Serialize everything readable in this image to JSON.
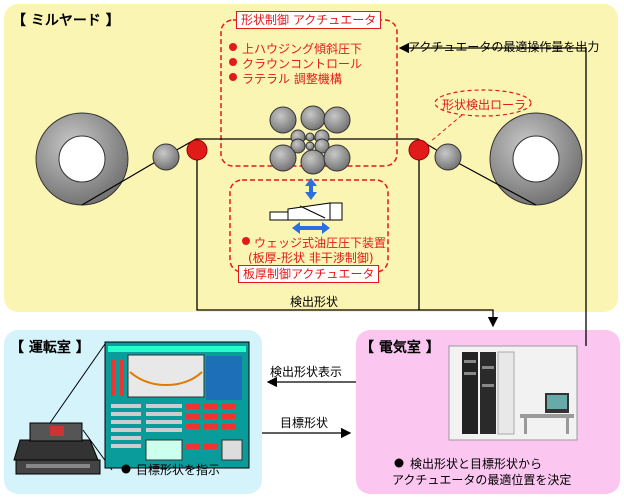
{
  "mill_yard": {
    "title": "【 ミルヤード 】",
    "shape_actuator_title": "形状制御 アクチュエータ",
    "shape_actuator_items": [
      "上ハウジング傾斜圧下",
      "クラウンコントロール",
      "ラテラル 調整機構"
    ],
    "shape_roller_label": "形状検出ローラ",
    "thickness_actuator_title": "板厚制御アクチュエータ",
    "wedge_item_line1": "ウェッジ式油圧圧下装置",
    "wedge_item_line2": "(板厚-形状 非干渉制御)"
  },
  "control_room": {
    "title": "【 運転室 】",
    "instruction": "目標形状を指示"
  },
  "electric_room": {
    "title": "【 電気室 】",
    "decision_line1": "検出形状と目標形状から",
    "decision_line2": "アクチュエータの最適位置を決定"
  },
  "flows": {
    "actuator_output": "アクチュエータの最適操作量を出力",
    "detected_shape": "検出形状",
    "detected_shape_display": "検出形状表示",
    "target_shape": "目標形状"
  },
  "colors": {
    "mill_bg": "#fbf5b3",
    "control_bg": "#d4f3fb",
    "electric_bg": "#fbc7f1",
    "accent_red": "#e11a1a",
    "roll_gray": "#888888",
    "arrow_blue": "#2e6fe0"
  }
}
